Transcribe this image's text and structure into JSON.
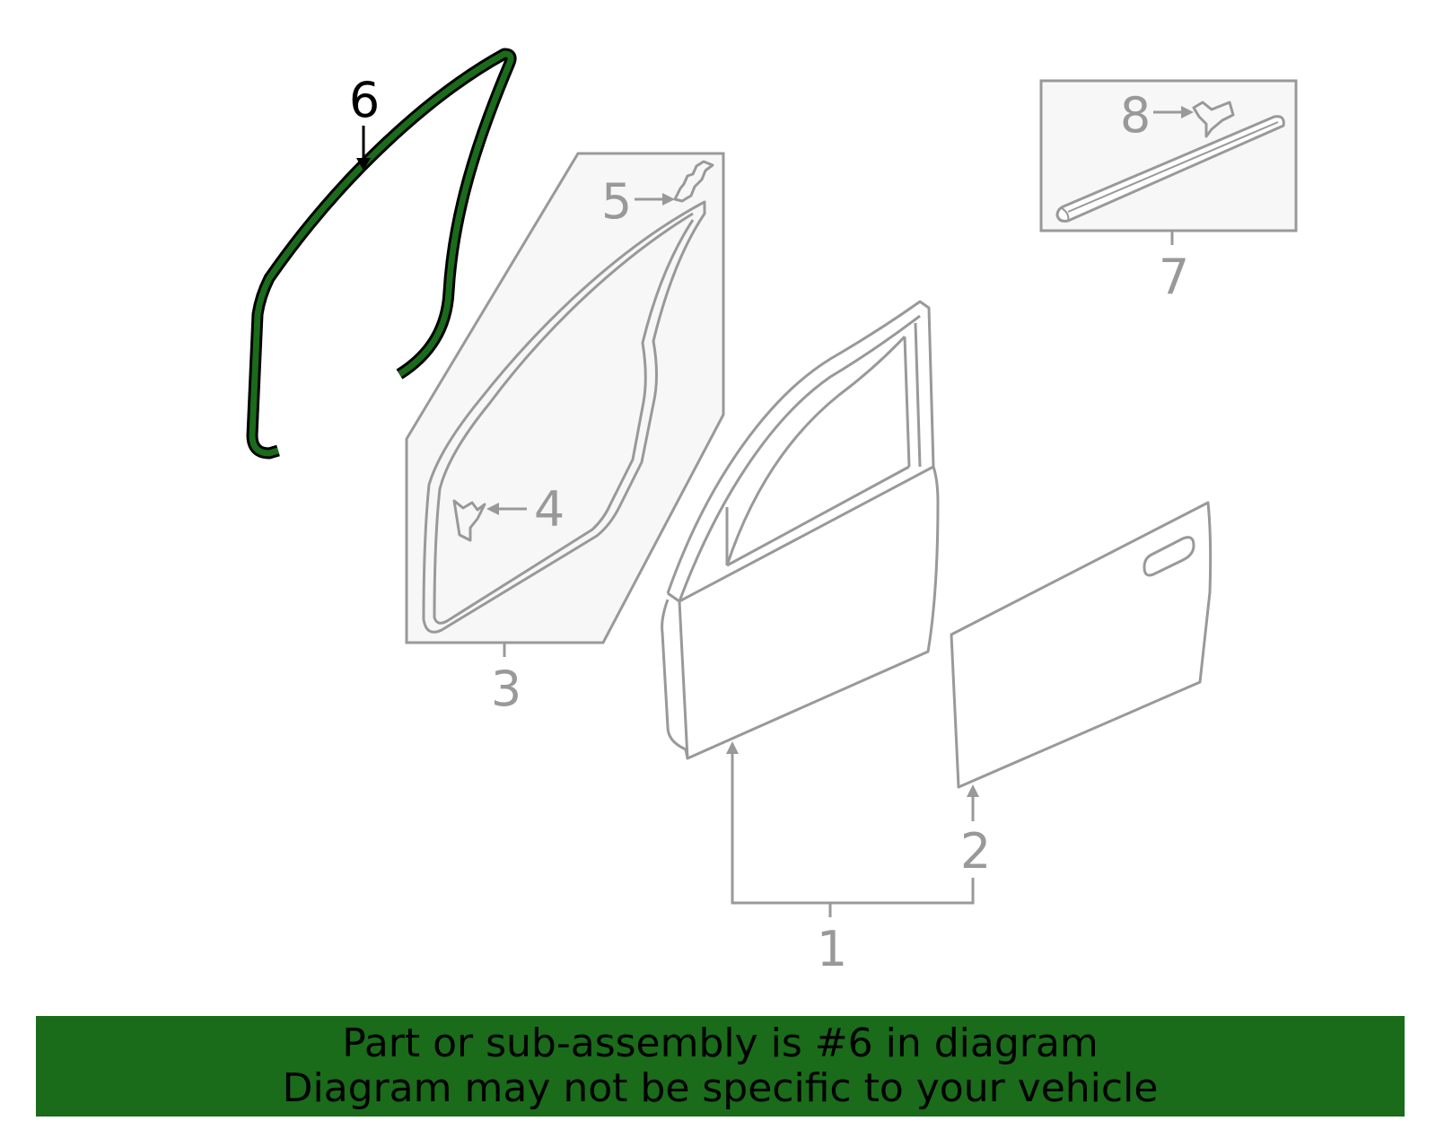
{
  "callouts": {
    "c1": "1",
    "c2": "2",
    "c3": "3",
    "c4": "4",
    "c5": "5",
    "c6": "6",
    "c7": "7",
    "c8": "8"
  },
  "highlighted_part": "6",
  "banner": {
    "line1": "Part or sub-assembly is #6 in diagram",
    "line2": "Diagram may not be specific to your vehicle"
  },
  "colors": {
    "highlight": "#1a6b1a",
    "line": "#999999",
    "panel_fill": "#f7f7f7",
    "banner": "#1a6b1a"
  }
}
